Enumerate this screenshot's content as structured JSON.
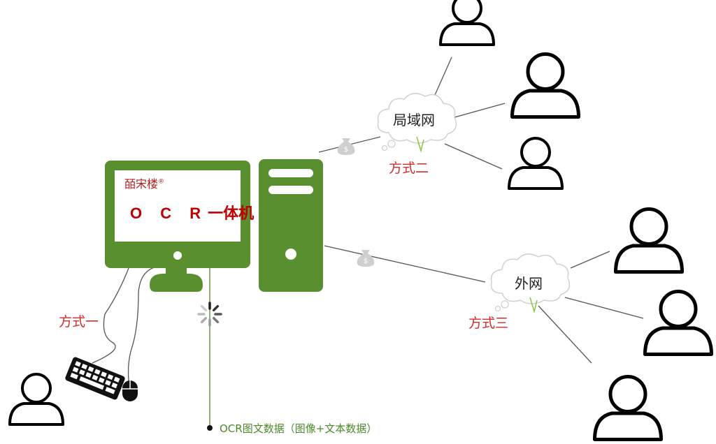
{
  "brand": {
    "name": "皕宋楼",
    "mark": "®"
  },
  "product": {
    "prefix": "O C R",
    "suffix": "一体机"
  },
  "clouds": {
    "lan": "局域网",
    "wan": "外网"
  },
  "methods": {
    "one": "方式一",
    "two": "方式二",
    "three": "方式三"
  },
  "ocr_output": "OCR图文数据（图像+文本数据）",
  "icons": {
    "user": "user-icon",
    "money": "money-bag-icon",
    "loading": "loading-spinner-icon",
    "keyboard": "keyboard-icon",
    "mouse": "mouse-icon",
    "monitor": "monitor-icon",
    "tower": "computer-tower-icon",
    "cloud": "cloud-icon"
  },
  "colors": {
    "computer": "#5a8f2f",
    "screen": "#ffffff",
    "label_red": "#d42b2b",
    "ocr_line": "#4a8a2a"
  }
}
